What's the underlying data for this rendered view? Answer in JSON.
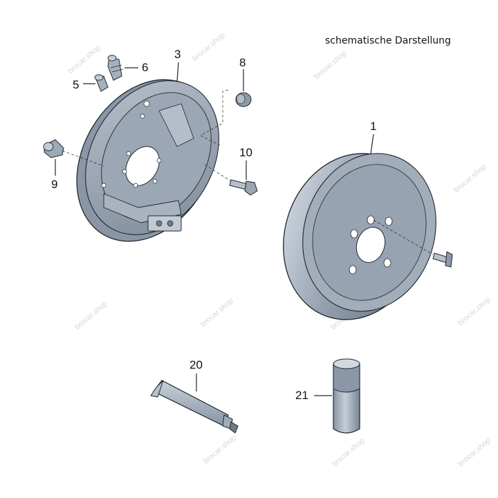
{
  "caption": "schematische Darstellung",
  "watermark": "brocar.shop",
  "colors": {
    "part_fill": "#9aa5b3",
    "part_dark": "#6f7b8a",
    "part_light": "#c3cbd5",
    "outline": "#1e252d",
    "leader": "#1e252d"
  },
  "parts": [
    {
      "id": "1",
      "label": "1",
      "name": "brake-drum"
    },
    {
      "id": "3",
      "label": "3",
      "name": "brake-backing-plate"
    },
    {
      "id": "5",
      "label": "5",
      "name": "bleeder-screw"
    },
    {
      "id": "6",
      "label": "6",
      "name": "bleeder-valve"
    },
    {
      "id": "8",
      "label": "8",
      "name": "rubber-plug"
    },
    {
      "id": "9",
      "label": "9",
      "name": "grommet"
    },
    {
      "id": "10",
      "label": "10",
      "name": "hex-bolt"
    },
    {
      "id": "20",
      "label": "20",
      "name": "grease-tube"
    },
    {
      "id": "21",
      "label": "21",
      "name": "paste-can"
    }
  ]
}
